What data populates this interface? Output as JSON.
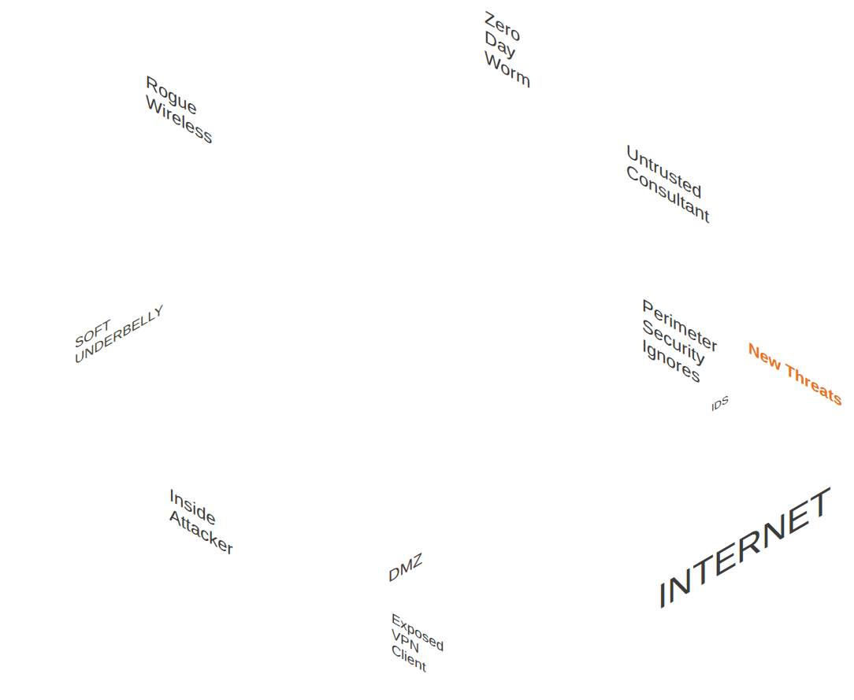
{
  "diagram": {
    "nodes": [
      {
        "text": [
          "SOFT UNDERBELLY"
        ]
      },
      {
        "text": [
          "DMZ"
        ]
      }
    ],
    "labels": [
      "Rogue Wireless",
      "Zero Day Worm",
      "Untrusted Consultant",
      "Perimeter Security Ignores",
      "New Threats",
      "IDS",
      "Inside Attacker",
      "INTERNET",
      "Exposed VPN Client"
    ]
  }
}
